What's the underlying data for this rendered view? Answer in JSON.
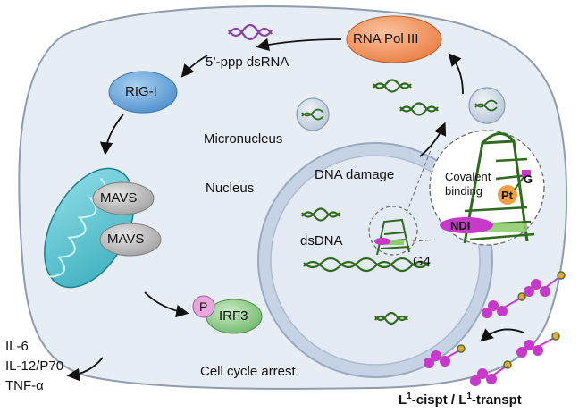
{
  "labels": {
    "rna_pol": "RNA Pol III",
    "ppp_dsrna": "5’-ppp dsRNA",
    "rig_i": "RIG-I",
    "mavs_1": "MAVS",
    "mavs_2": "MAVS",
    "micronucleus": "Micronucleus",
    "nucleus": "Nucleus",
    "dna_damage": "DNA damage",
    "covalent_binding": "Covalent\nbinding",
    "g_label": "G",
    "pt_label": "Pt",
    "ndi_label": "NDI",
    "dsdna": "dsDNA",
    "g4": "G4",
    "p_label": "P",
    "irf3": "IRF3",
    "cell_cycle_arrest": "Cell cycle arrest",
    "cytokines": [
      "IL-6",
      "IL-12/P70",
      "TNF-α"
    ],
    "compound_prefix": "L",
    "compound_sup_1": "1",
    "compound_mid": "-cispt / L",
    "compound_sup_2": "1",
    "compound_suffix": "-transpt"
  },
  "colors": {
    "cell_fill": "#e6edf5",
    "cell_stroke": "#8a9aab",
    "nucleus_fill": "#dde6f1",
    "nucleus_ring": "#9fb0c6",
    "rig_i": "#5f9fd6",
    "rna_pol": "#f0915a",
    "mitochondria": "#56c2cf",
    "mavs": "#b6b6b6",
    "irf3": "#8fcc8b",
    "phospho": "#e59ad6",
    "dna_green": "#2f6b1e",
    "dsrna_purple": "#8b3fa8",
    "ndi_magenta": "#c73ac9",
    "pt_orange": "#f2a040"
  },
  "icons": [
    "arrow-icon",
    "dna-helix-icon",
    "dsrna-icon",
    "g4-quadruplex-icon",
    "compound-molecule-icon"
  ]
}
